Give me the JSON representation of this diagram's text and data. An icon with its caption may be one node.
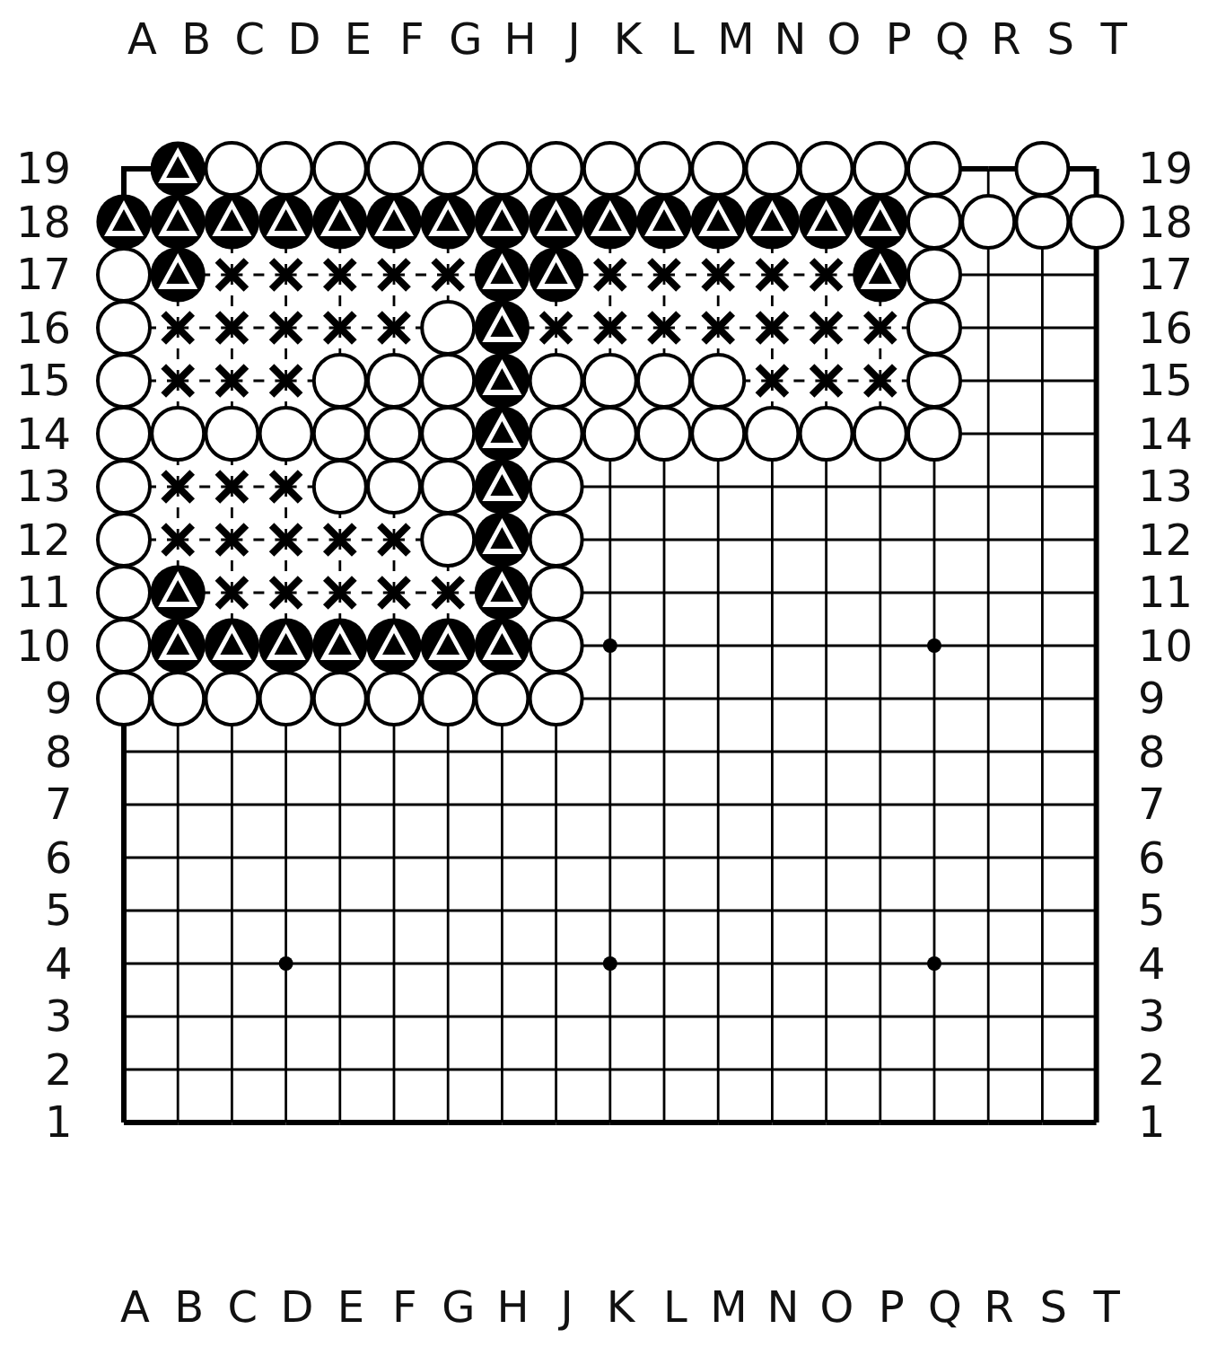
{
  "diagram": {
    "labels": [
      "A",
      "B",
      "C",
      "D",
      "E",
      "F",
      "G",
      "H",
      "J",
      "K",
      "L",
      "M",
      "N",
      "O",
      "P",
      "Q",
      "R",
      "S",
      "T",
      "19",
      "19",
      "18",
      "18",
      "17",
      "17",
      "16",
      "16",
      "15",
      "15",
      "14",
      "14",
      "13",
      "13",
      "12",
      "12",
      "11",
      "11",
      "10",
      "10",
      "9",
      "9",
      "8",
      "8",
      "7",
      "7",
      "6",
      "6",
      "5",
      "5",
      "4",
      "4",
      "3",
      "3",
      "2",
      "2",
      "1",
      "1",
      "A",
      "B",
      "C",
      "D",
      "E",
      "F",
      "G",
      "H",
      "J",
      "K",
      "L",
      "M",
      "N",
      "O",
      "P",
      "Q",
      "R",
      "S",
      "T"
    ]
  }
}
